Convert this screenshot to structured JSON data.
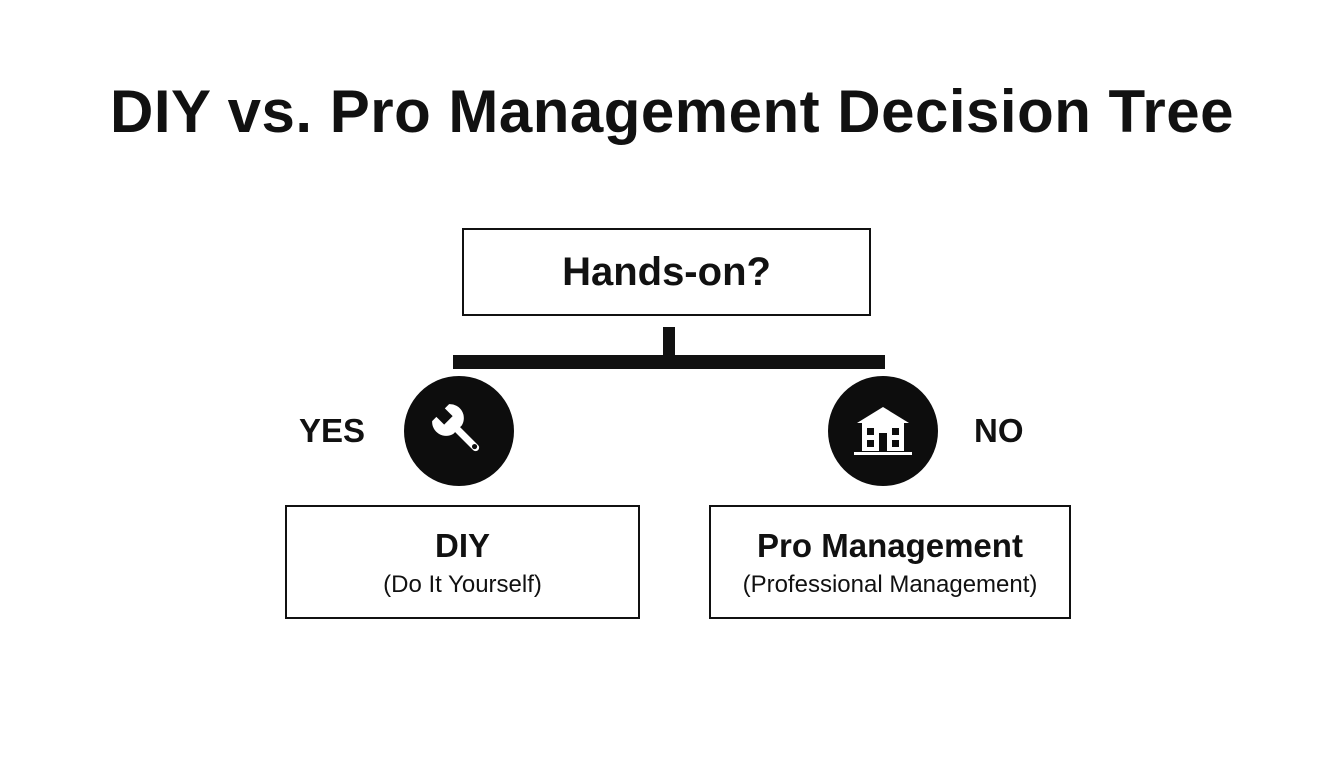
{
  "title": "DIY vs. Pro Management Decision Tree",
  "question": "Hands-on?",
  "branches": {
    "yes": {
      "label": "YES",
      "icon": "wrench-icon",
      "outcome_title": "DIY",
      "outcome_subtitle": "(Do It Yourself)"
    },
    "no": {
      "label": "NO",
      "icon": "house-icon",
      "outcome_title": "Pro Management",
      "outcome_subtitle": "(Professional Management)"
    }
  },
  "colors": {
    "ink": "#111111",
    "icon_fill": "#0d0d0d",
    "background": "#ffffff"
  }
}
